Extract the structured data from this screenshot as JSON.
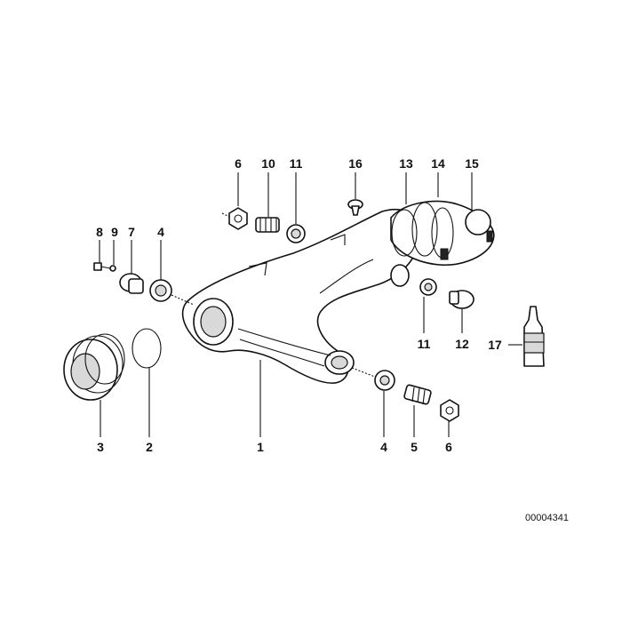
{
  "callouts": {
    "c6_top": "6",
    "c10": "10",
    "c11_top": "11",
    "c16": "16",
    "c13": "13",
    "c14": "14",
    "c15": "15",
    "c8": "8",
    "c9": "9",
    "c7": "7",
    "c4_top": "4",
    "c11_mid": "11",
    "c12": "12",
    "c17": "17",
    "c3": "3",
    "c2": "2",
    "c1": "1",
    "c4_bot": "4",
    "c5": "5",
    "c6_bot": "6"
  },
  "document_id": "00004341"
}
